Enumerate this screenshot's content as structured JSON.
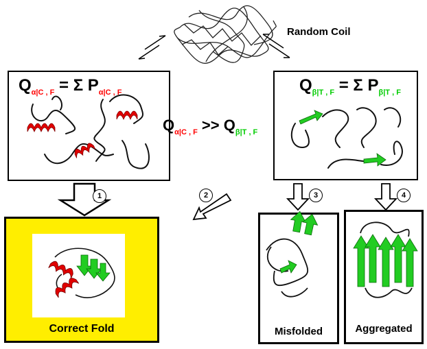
{
  "random_coil": {
    "label": "Random Coil"
  },
  "left_panel": {
    "q": "Q",
    "q_sub": "α|C , F",
    "eq": "= Σ P",
    "p_sub": "α|C , F"
  },
  "right_panel": {
    "q": "Q",
    "q_sub": "β|T , F",
    "eq": "= Σ P",
    "p_sub": "β|T , F"
  },
  "middle_relation": {
    "q1": "Q",
    "q1_sub": "α|C , F",
    "op": ">>",
    "q2": "Q",
    "q2_sub": "β|T , F"
  },
  "outcomes": {
    "correct_fold": "Correct Fold",
    "misfolded": "Misfolded",
    "aggregated": "Aggregated"
  },
  "pathway_numbers": [
    "1",
    "2",
    "3",
    "4"
  ],
  "colors": {
    "helix": "#e00000",
    "sheet": "#22cc22",
    "correct_fold_bg": "#ffee00",
    "alpha_text": "#ff0000",
    "beta_text": "#00cc00"
  }
}
